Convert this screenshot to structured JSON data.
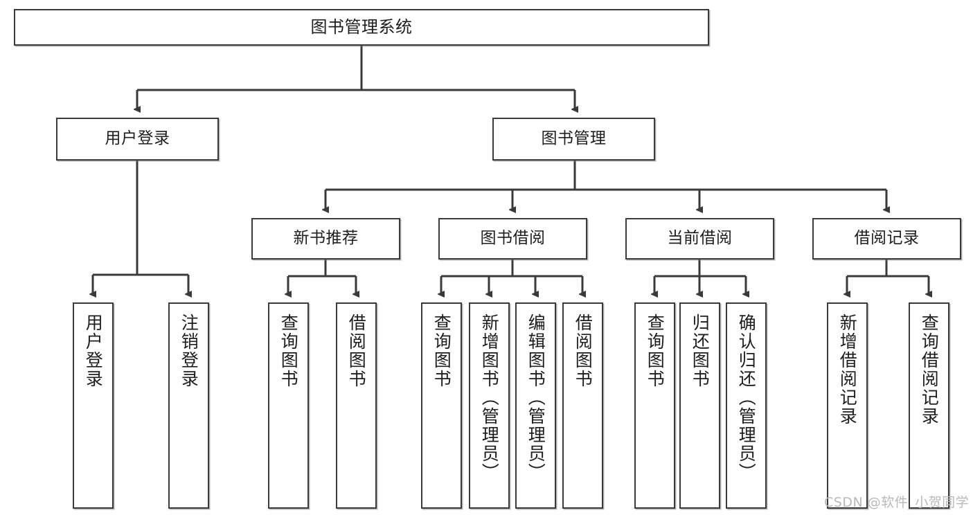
{
  "diagram": {
    "title": "图书管理系统",
    "type": "tree-hierarchy-chart",
    "orientation": "top-down",
    "line_color": "#3a3a3a",
    "box_border_color": "#3a3a3a",
    "background_color": "#ffffff",
    "text_color": "#1d1d1d"
  },
  "nodes": {
    "root": {
      "label": "图书管理系统"
    },
    "level2": [
      {
        "label": "用户登录"
      },
      {
        "label": "图书管理"
      }
    ],
    "level3": [
      {
        "label": "新书推荐"
      },
      {
        "label": "图书借阅"
      },
      {
        "label": "当前借阅"
      },
      {
        "label": "借阅记录"
      }
    ],
    "leaves_user_login": [
      {
        "label": "用户登录"
      },
      {
        "label": "注销登录"
      }
    ],
    "leaves_new_book": [
      {
        "label": "查询图书"
      },
      {
        "label": "借阅图书"
      }
    ],
    "leaves_borrow": [
      {
        "label": "查询图书"
      },
      {
        "label": "新增图书（管理员）"
      },
      {
        "label": "编辑图书（管理员）"
      },
      {
        "label": "借阅图书"
      }
    ],
    "leaves_current": [
      {
        "label": "查询图书"
      },
      {
        "label": "归还图书"
      },
      {
        "label": "确认归还（管理员）"
      }
    ],
    "leaves_records": [
      {
        "label": "新增借阅记录"
      },
      {
        "label": "查询借阅记录"
      }
    ]
  },
  "watermark": {
    "text": "CSDN @软件_小贺同学"
  }
}
